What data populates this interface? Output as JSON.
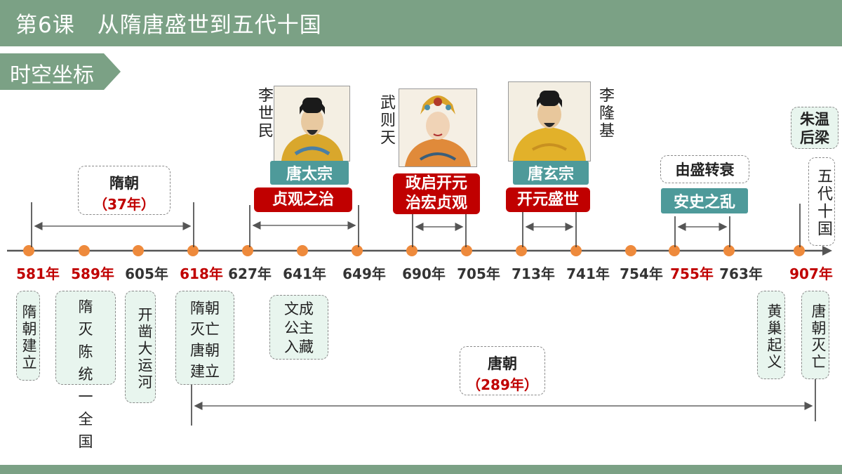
{
  "header": {
    "title": "第6课　从隋唐盛世到五代十国"
  },
  "section": {
    "label": "时空坐标"
  },
  "colors": {
    "header": "#7ba185",
    "axis": "#555555",
    "dot": "#ee8a3c",
    "red_year": "#c00000",
    "teal_box": "#4e9a9a",
    "red_box": "#c00000",
    "note_bg": "#e8f5ee"
  },
  "timeline": {
    "years": [
      {
        "label": "581年",
        "highlight": true
      },
      {
        "label": "589年",
        "highlight": true
      },
      {
        "label": "605年",
        "highlight": false
      },
      {
        "label": "618年",
        "highlight": true
      },
      {
        "label": "627年",
        "highlight": false
      },
      {
        "label": "641年",
        "highlight": false
      },
      {
        "label": "649年",
        "highlight": false
      },
      {
        "label": "690年",
        "highlight": false
      },
      {
        "label": "705年",
        "highlight": false
      },
      {
        "label": "713年",
        "highlight": false
      },
      {
        "label": "741年",
        "highlight": false
      },
      {
        "label": "754年",
        "highlight": false
      },
      {
        "label": "755年",
        "highlight": true
      },
      {
        "label": "763年",
        "highlight": false
      },
      {
        "label": "907年",
        "highlight": true
      }
    ]
  },
  "events": {
    "sui_founded": "隋朝建立",
    "sui_unify": "隋灭陈统一全国",
    "canal": "开凿大运河",
    "sui_fall_tang_found": [
      "隋朝灭亡",
      "唐朝建立"
    ],
    "wencheng": [
      "文成",
      "公主",
      "入藏"
    ],
    "huangchao": "黄巢起义",
    "tang_fall": "唐朝灭亡",
    "wudai": "五代十国",
    "zhuwen": [
      "朱温",
      "后梁"
    ]
  },
  "periods": {
    "sui": {
      "name": "隋朝",
      "years": "（37年）"
    },
    "tang": {
      "name": "唐朝",
      "years": "（289年）"
    },
    "decline": "由盛转衰"
  },
  "rulers": {
    "taizong": {
      "name": "李世民",
      "title": "唐太宗",
      "era": "贞观之治"
    },
    "wuzetian": {
      "name": "武则天",
      "era_line1": "政启开元",
      "era_line2": "治宏贞观"
    },
    "xuanzong": {
      "name": "李隆基",
      "title": "唐玄宗",
      "era": "开元盛世"
    },
    "anshi": "安史之乱"
  }
}
